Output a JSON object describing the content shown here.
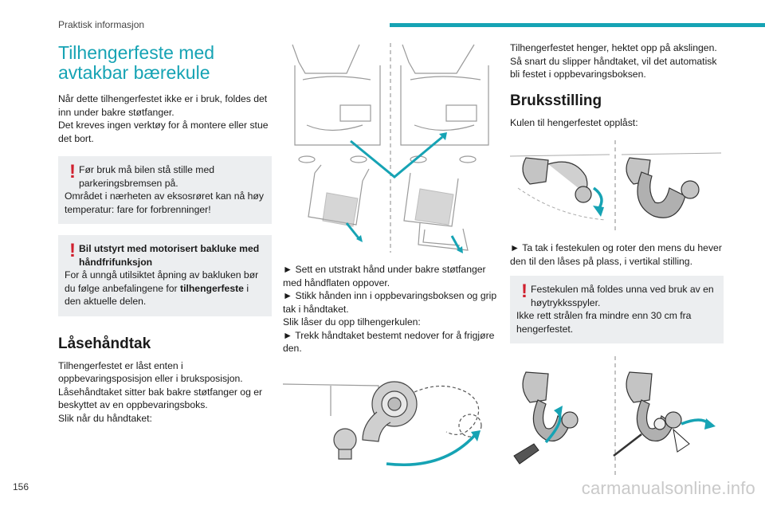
{
  "header": {
    "section": "Praktisk informasjon",
    "accent_color": "#16a3b4"
  },
  "col1": {
    "title": "Tilhengerfeste med avtakbar bærekule",
    "intro": [
      "Når dette tilhengerfestet ikke er i bruk, foldes det inn under bakre støtfanger.",
      "Det kreves ingen verktøy for å montere eller stue det bort."
    ],
    "warn1": {
      "line1": "Før bruk må bilen stå stille med parkeringsbremsen på.",
      "line2": "Området i nærheten av eksosrøret kan nå høy temperatur: fare for forbrenninger!"
    },
    "warn2": {
      "title": "Bil utstyrt med motorisert bakluke med håndfrifunksjon",
      "text_before": "For å unngå utilsiktet åpning av bakluken bør du følge anbefalingene for ",
      "text_bold": "tilhengerfeste",
      "text_after": " i den aktuelle delen."
    },
    "lock_title": "Låsehåndtak",
    "lock_text": [
      "Tilhengerfestet er låst enten i oppbevaringsposisjon eller i bruksposisjon.",
      "Låsehåndtaket sitter bak bakre støtfanger og er beskyttet av en oppbevaringsboks.",
      "Slik når du håndtaket:"
    ]
  },
  "col2": {
    "steps": [
      "► Sett en utstrakt hånd under bakre støtfanger med håndflaten oppover.",
      "► Stikk hånden inn i oppbevaringsboksen og grip tak i håndtaket.",
      "Slik låser du opp tilhengerkulen:",
      "► Trekk håndtaket bestemt nedover for å frigjøre den."
    ]
  },
  "col3": {
    "intro": "Tilhengerfestet henger, hektet opp på akslingen. Så snart du slipper håndtaket, vil det automatisk bli festet i oppbevaringsboksen.",
    "use_title": "Bruksstilling",
    "use_text": "Kulen til hengerfestet opplåst:",
    "step": "► Ta tak i festekulen og roter den mens du hever den til den låses på plass, i vertikal stilling.",
    "warn": {
      "line1": "Festekulen må foldes unna ved bruk av en høytrykksspyler.",
      "line2": "Ikke rett strålen fra mindre enn 30 cm fra hengerfestet."
    }
  },
  "footer": {
    "page_number": "156",
    "watermark": "carmanualsonline.info"
  }
}
